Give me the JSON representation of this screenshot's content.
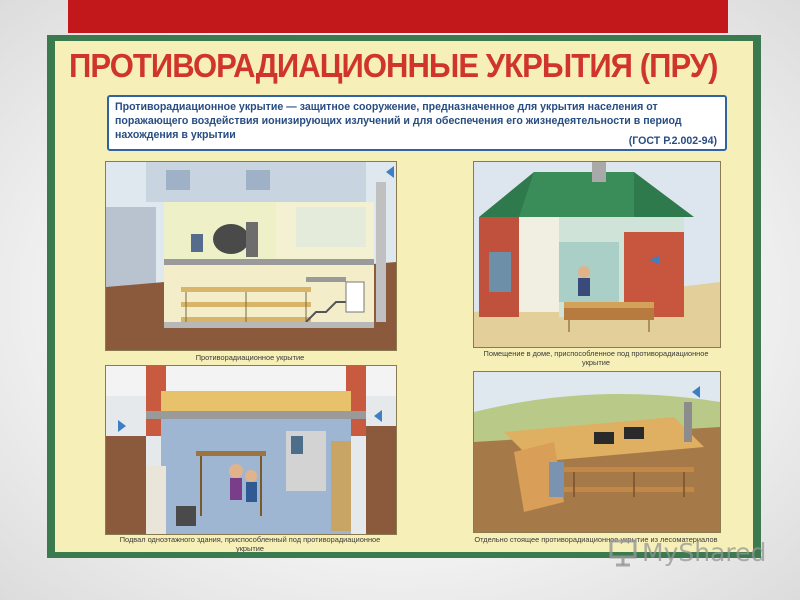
{
  "poster": {
    "title": "ПРОТИВОРАДИАЦИОННЫЕ УКРЫТИЯ (ПРУ)",
    "definition": "Противорадиационное укрытие — защитное сооружение, предназначенное для укрытия населения от поражающего воздействия ионизирующих излучений и для обеспечения его жизнедеятельности в период нахождения в укрытии",
    "reference": "(ГОСТ Р.2.002-94)",
    "panels": [
      {
        "caption": "Противорадиационное укрытие"
      },
      {
        "caption": "Помещение в доме, приспособленное под противорадиационное укрытие"
      },
      {
        "caption": "Подвал одноэтажного здания, приспособленный под противорадиационное укрытие"
      },
      {
        "caption": "Отдельно стоящее противорадиационное укрытие из лесоматериалов"
      }
    ]
  },
  "watermark": {
    "text": "MyShared"
  },
  "colors": {
    "frame": "#3b7a4f",
    "background": "#f6efb7",
    "title": "#d0352c",
    "strip": "#c2171b",
    "text": "#274d82"
  }
}
